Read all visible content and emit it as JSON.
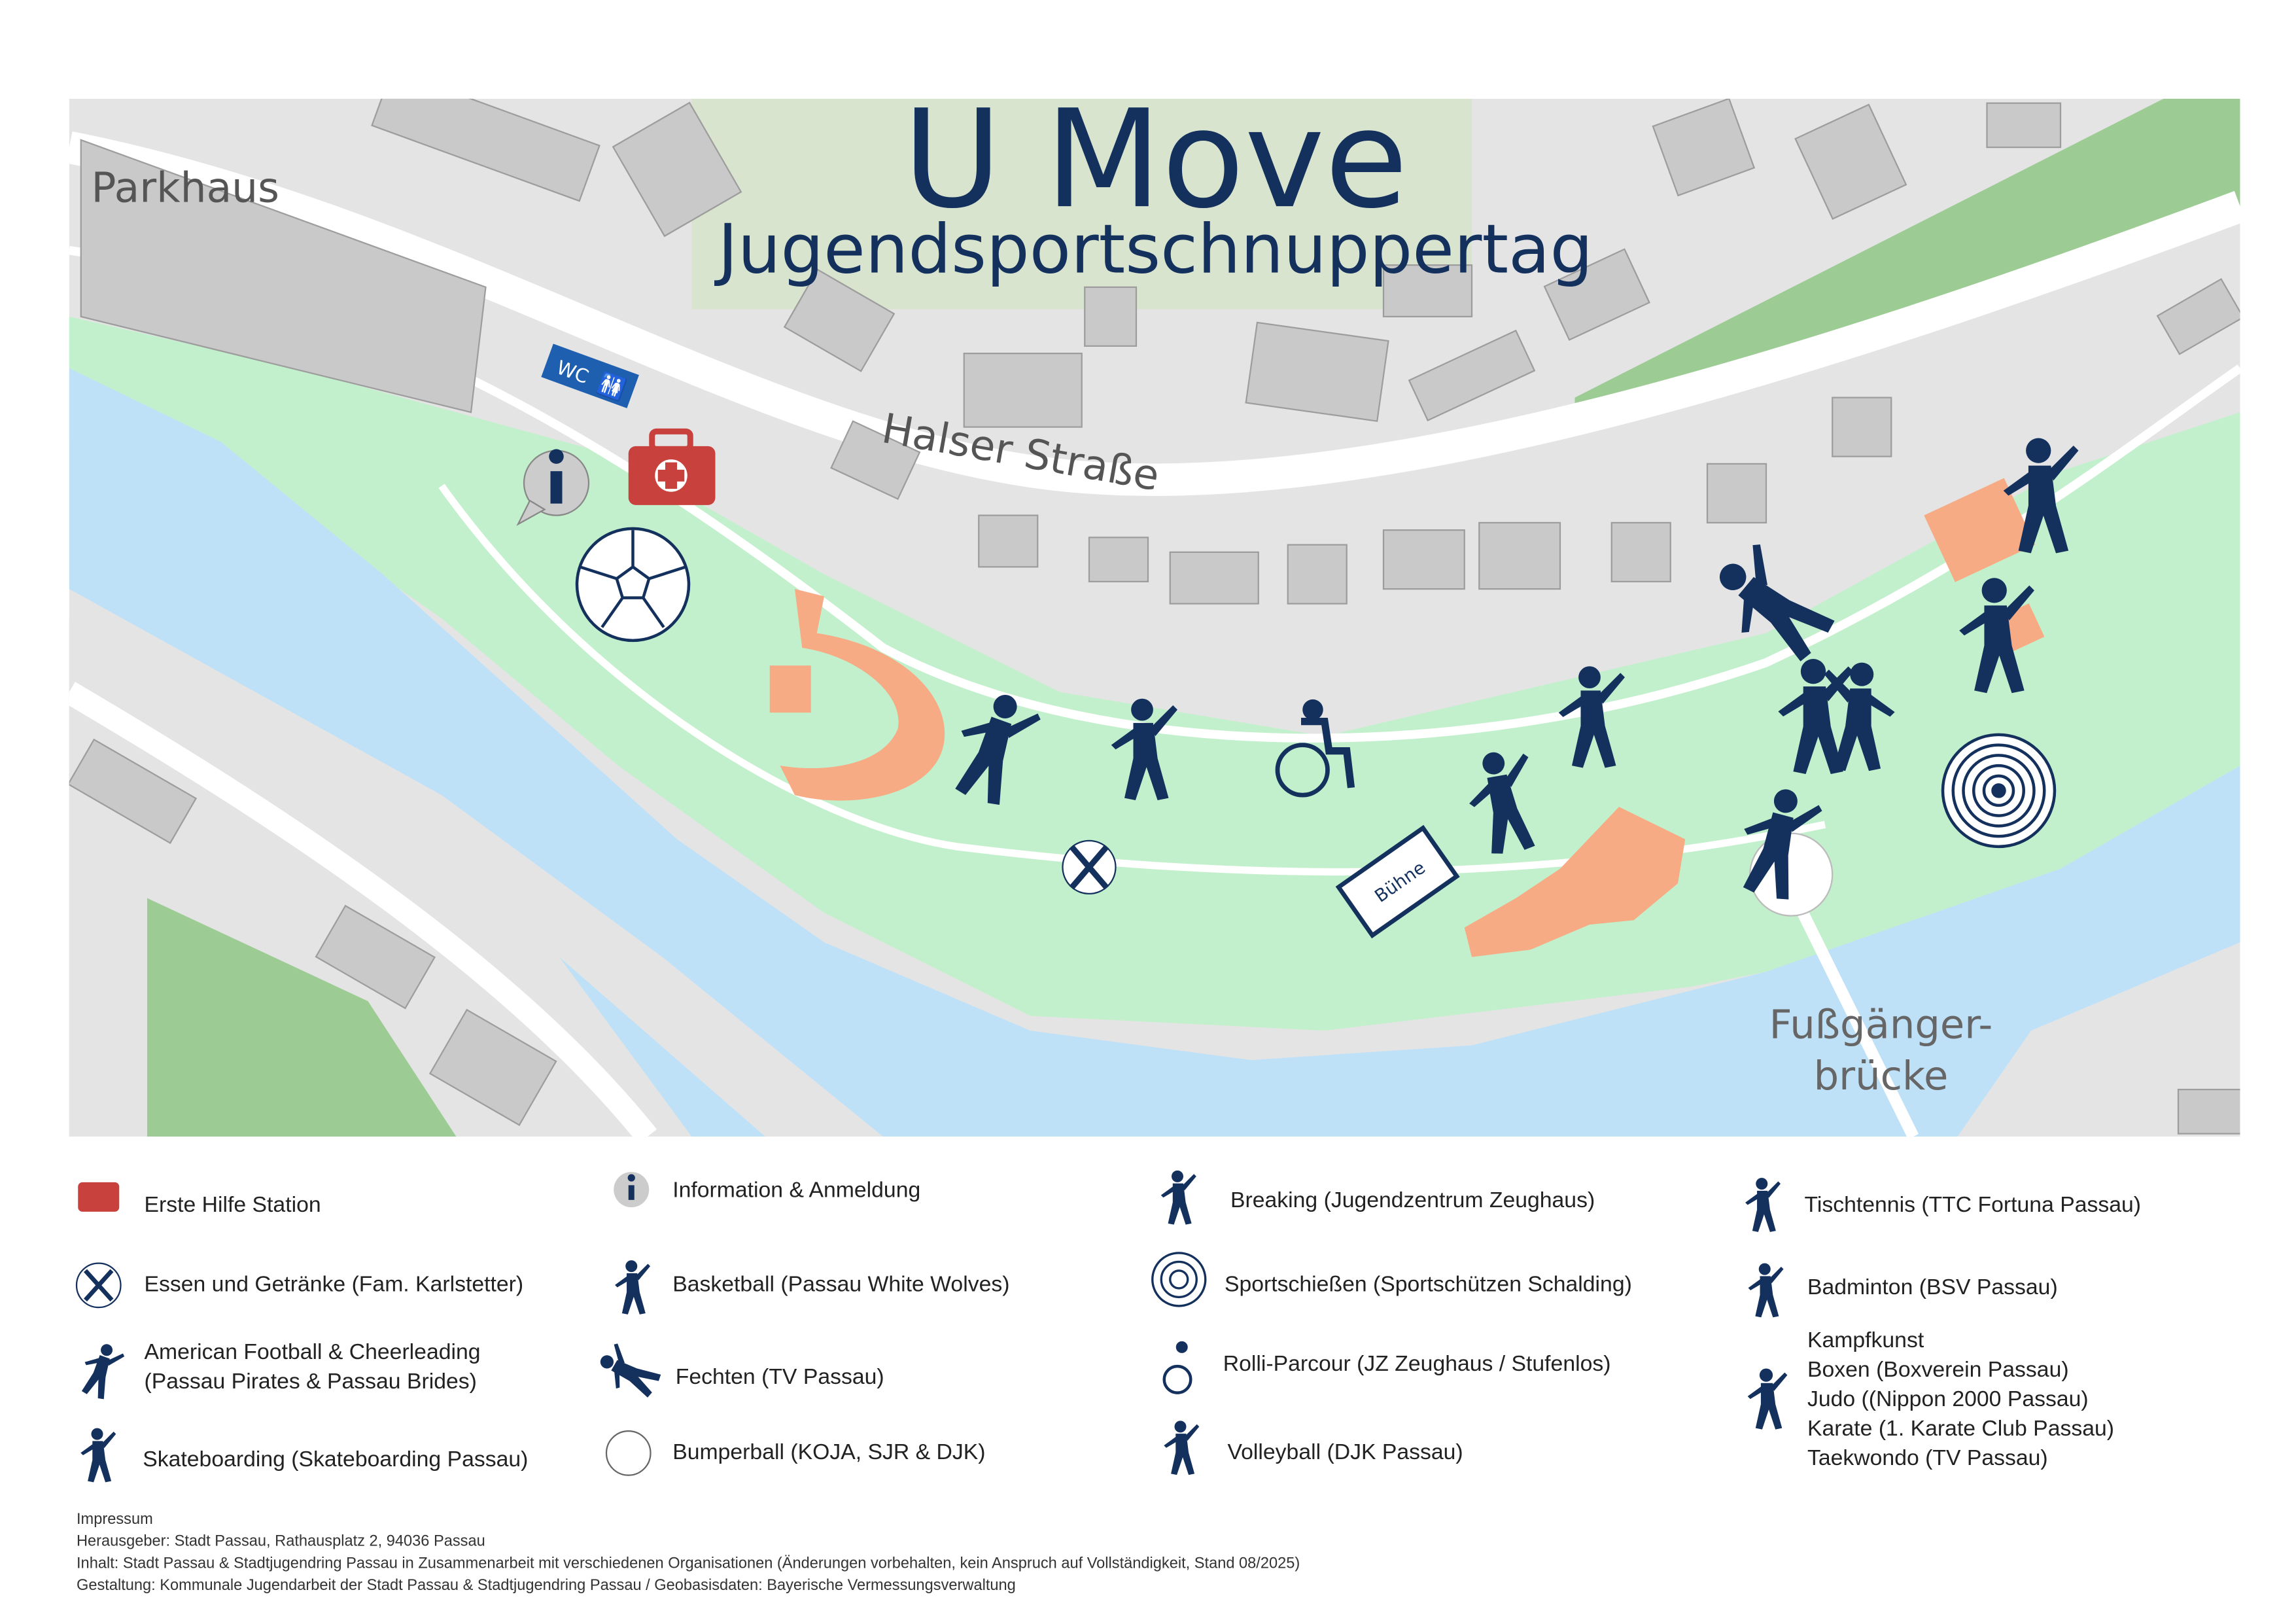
{
  "title": "U Move",
  "subtitle": "Jugendsportschnuppertag",
  "colors": {
    "navy": "#14315e",
    "park": "#c3f0cc",
    "river": "#bfe1f8",
    "orange": "#f6ab84",
    "red": "#c8413d"
  },
  "map_labels": {
    "parkhaus": "Parkhaus",
    "street": "Halser Straße",
    "bridge_line1": "Fußgänger-",
    "bridge_line2": "brücke",
    "wc": "WC",
    "stage": "Bühne"
  },
  "legend": [
    {
      "icon": "first-aid-icon",
      "label": "Erste Hilfe Station"
    },
    {
      "icon": "info-icon",
      "label": "Information & Anmeldung"
    },
    {
      "icon": "breaking-icon",
      "label": "Breaking (Jugendzentrum Zeughaus)"
    },
    {
      "icon": "table-tennis-icon",
      "label": "Tischtennis (TTC Fortuna Passau)"
    },
    {
      "icon": "food-icon",
      "label": "Essen und Getränke (Fam. Karlstetter)"
    },
    {
      "icon": "basketball-icon",
      "label": "Basketball (Passau White Wolves)"
    },
    {
      "icon": "target-icon",
      "label": "Sportschießen (Sportschützen Schalding)"
    },
    {
      "icon": "badminton-icon",
      "label": "Badminton (BSV Passau)"
    },
    {
      "icon": "football-icon",
      "label_line1": "American Football & Cheerleading",
      "label_line2": "(Passau Pirates & Passau Brides)"
    },
    {
      "icon": "fencing-icon",
      "label": "Fechten (TV Passau)"
    },
    {
      "icon": "wheelchair-icon",
      "label": "Rolli-Parcour (JZ Zeughaus / Stufenlos)"
    },
    {
      "icon": "martial-arts-icon",
      "lines": [
        "Kampfkunst",
        "Boxen (Boxverein Passau)",
        "Judo ((Nippon 2000 Passau)",
        "Karate (1. Karate Club Passau)",
        "Taekwondo (TV Passau)"
      ]
    },
    {
      "icon": "skateboard-icon",
      "label": "Skateboarding (Skateboarding Passau)"
    },
    {
      "icon": "bumperball-icon",
      "label": "Bumperball (KOJA, SJR & DJK)"
    },
    {
      "icon": "volleyball-icon",
      "label": "Volleyball (DJK Passau)"
    }
  ],
  "impressum": {
    "heading": "Impressum",
    "publisher": "Herausgeber: Stadt Passau, Rathausplatz 2, 94036 Passau",
    "content": "Inhalt: Stadt Passau & Stadtjugendring Passau in Zusammenarbeit mit verschiedenen Organisationen (Änderungen vorbehalten, kein Anspruch auf Vollständigkeit, Stand 08/2025)",
    "design": "Gestaltung: Kommunale Jugendarbeit der Stadt Passau & Stadtjugendring Passau / Geobasisdaten: Bayerische Vermessungsverwaltung"
  }
}
